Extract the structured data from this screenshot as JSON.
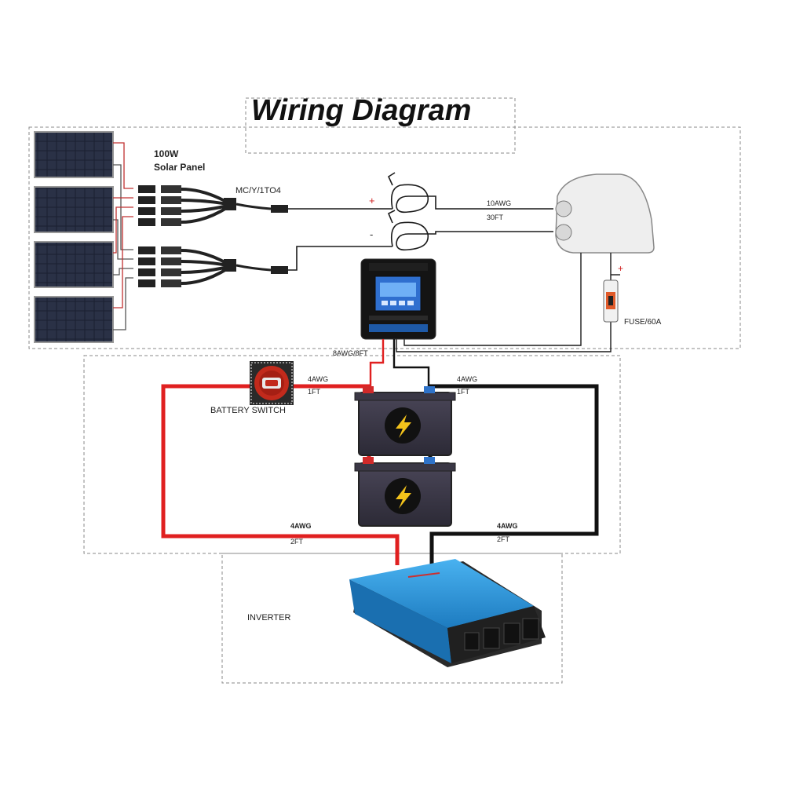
{
  "title": "Wiring Diagram",
  "labels": {
    "solar_panel_line1": "100W",
    "solar_panel_line2": "Solar Panel",
    "branch_connector": "MC/Y/1TO4",
    "pos_sign": "+",
    "neg_sign": "-",
    "cable_gauge": "10AWG",
    "cable_length": "30FT",
    "fuse_plus": "+",
    "fuse": "FUSE/60A",
    "controller_cable": "8AWG/8FT",
    "battery_switch": "BATTERY SWITCH",
    "switch_wire_gauge": "4AWG",
    "switch_wire_length": "1FT",
    "bat_wire_gauge": "4AWG",
    "bat_wire_length": "1FT",
    "inv_pos_gauge": "4AWG",
    "inv_pos_length": "2FT",
    "inv_neg_gauge": "4AWG",
    "inv_neg_length": "2FT",
    "inverter": "INVERTER"
  },
  "colors": {
    "positive_wire": "#e02020",
    "negative_wire": "#111111",
    "inverter_body": "#2a8fd6",
    "controller_body": "#141414",
    "panel_cell": "#1e2230"
  },
  "icons": {
    "battery": "lightning-bolt-icon",
    "switch": "battery-switch-icon",
    "fuse": "fuse-icon"
  }
}
